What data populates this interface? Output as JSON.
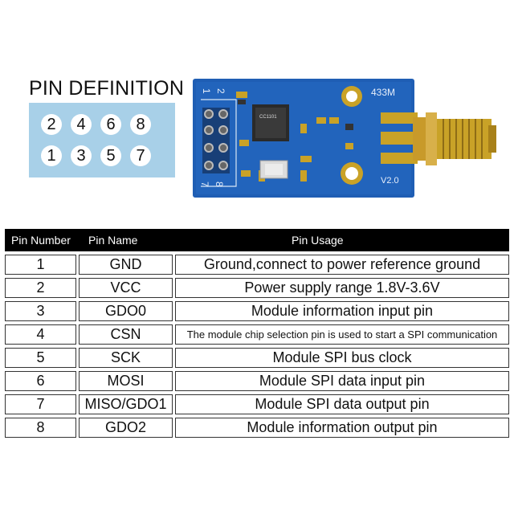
{
  "pin_definition": {
    "title": "PIN DEFINITION",
    "top_row": [
      "2",
      "4",
      "6",
      "8"
    ],
    "bottom_row": [
      "1",
      "3",
      "5",
      "7"
    ]
  },
  "board": {
    "freq_label": "433M",
    "version_label": "V2.0",
    "pin_label_1": "1",
    "pin_label_2": "2",
    "pin_label_7": "7",
    "pin_label_8": "8",
    "chip_label": "CC1101",
    "colors": {
      "pcb": "#1e5fb3",
      "gold": "#c9a227"
    }
  },
  "table": {
    "headers": [
      "Pin Number",
      "Pin Name",
      "Pin Usage"
    ],
    "rows": [
      {
        "number": "1",
        "name": "GND",
        "usage": "Ground,connect to power reference ground"
      },
      {
        "number": "2",
        "name": "VCC",
        "usage": "Power supply range 1.8V-3.6V"
      },
      {
        "number": "3",
        "name": "GDO0",
        "usage": "Module information input pin"
      },
      {
        "number": "4",
        "name": "CSN",
        "usage": "The module chip selection pin is used to start a SPI communication"
      },
      {
        "number": "5",
        "name": "SCK",
        "usage": "Module SPI bus clock"
      },
      {
        "number": "6",
        "name": "MOSI",
        "usage": "Module SPI data input pin"
      },
      {
        "number": "7",
        "name": "MISO/GDO1",
        "usage": "Module SPI data output pin"
      },
      {
        "number": "8",
        "name": "GDO2",
        "usage": "Module information output pin"
      }
    ]
  }
}
